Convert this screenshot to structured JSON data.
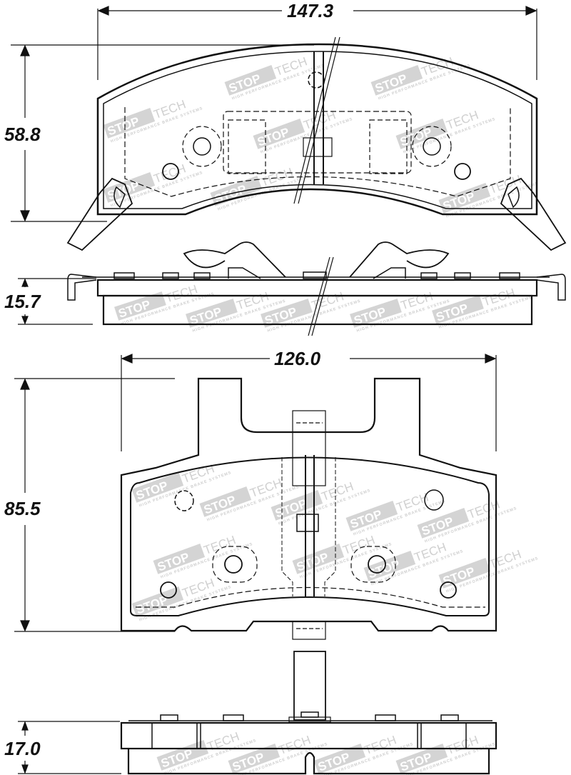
{
  "drawing": {
    "subject": "Brake pad technical drawing",
    "brand_watermark": "STOPTECH",
    "watermark_tagline": "HIGH PERFORMANCE BRAKE SYSTEMS",
    "units": "mm"
  },
  "views": [
    {
      "id": "top-pad-face",
      "dimensions": {
        "width": "147.3",
        "height": "58.8"
      }
    },
    {
      "id": "top-pad-side",
      "dimensions": {
        "thickness": "15.7"
      }
    },
    {
      "id": "bottom-pad-face",
      "dimensions": {
        "width": "126.0",
        "height": "85.5"
      }
    },
    {
      "id": "bottom-pad-side",
      "dimensions": {
        "thickness": "17.0"
      }
    }
  ],
  "labels": {
    "w1": "147.3",
    "h1": "58.8",
    "t1": "15.7",
    "w2": "126.0",
    "h2": "85.5",
    "t2": "17.0"
  },
  "colors": {
    "line": "#111111",
    "watermark": "#c8c8c8",
    "background": "#ffffff"
  }
}
